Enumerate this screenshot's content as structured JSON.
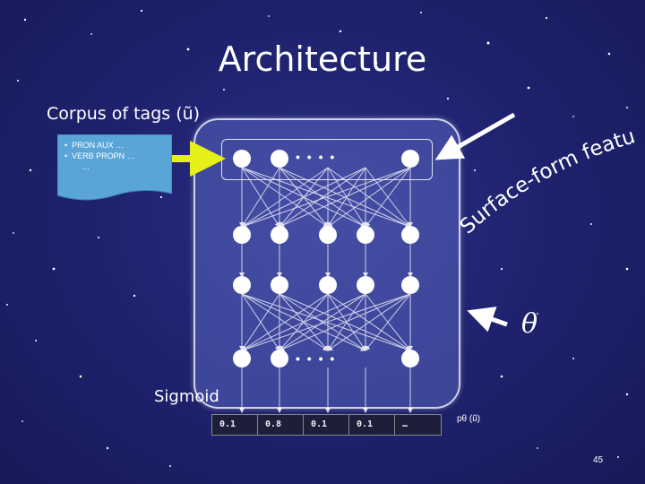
{
  "slide": {
    "title": "Architecture",
    "corpus_label": "Corpus of tags (ũ)",
    "doc_lines": [
      "PRON AUX …",
      "VERB PROPN …",
      "…"
    ],
    "doc_bullet": "•",
    "ellipsis": "• • • •",
    "sigmoid_label": "Sigmoid",
    "outputs": [
      "0.1",
      "0.8",
      "0.1",
      "0.1",
      "…"
    ],
    "prob_label": "pθ (ũ)",
    "theta_symbol": "θ",
    "curved_text": "Surface-form feature",
    "page_number": "45"
  },
  "colors": {
    "background": "#1f2370",
    "arrow_input": "#e6ef18",
    "network_fill": "#5a64be",
    "node_fill": "#ffffff"
  }
}
